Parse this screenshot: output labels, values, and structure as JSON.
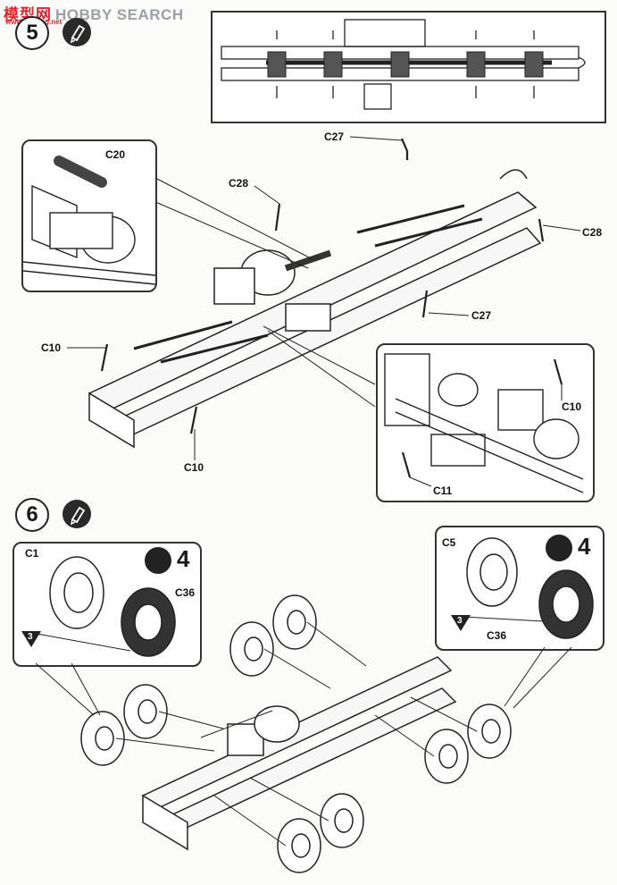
{
  "watermark": {
    "cn_text": "模型网",
    "en_text": "HOBBY SEARCH",
    "url": "www.moxing.net"
  },
  "step5": {
    "number": "5",
    "labels": {
      "c20": "C20",
      "c27_top": "C27",
      "c28_left": "C28",
      "c28_right": "C28",
      "c27_mid": "C27",
      "c10_left": "C10",
      "c10_bottom": "C10",
      "c10_inset": "C10",
      "c11": "C11"
    }
  },
  "step6": {
    "number": "6",
    "left_inset": {
      "part_rim": "C1",
      "part_tire": "C36",
      "quantity": "4",
      "triangle": "3"
    },
    "right_inset": {
      "part_rim": "C5",
      "part_tire": "C36",
      "quantity": "4",
      "triangle": "3"
    }
  },
  "colors": {
    "ink": "#222222",
    "watermark_red": "#e0262a",
    "watermark_grey": "#9aa0a8"
  }
}
